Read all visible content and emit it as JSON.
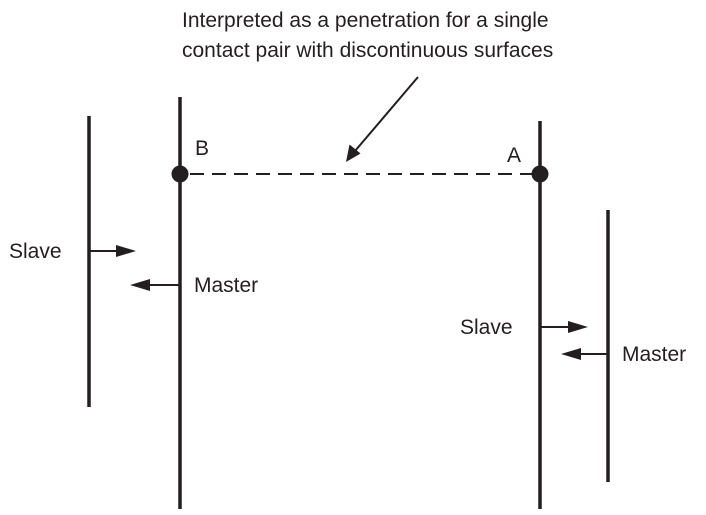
{
  "caption": {
    "line1": "Interpreted as a penetration for a single",
    "line2": "contact pair with discontinuous surfaces"
  },
  "points": {
    "b": "B",
    "a": "A"
  },
  "left_pair": {
    "slave_label": "Slave",
    "master_label": "Master"
  },
  "right_pair": {
    "slave_label": "Slave",
    "master_label": "Master"
  },
  "colors": {
    "ink": "#231f20",
    "background": "#ffffff"
  }
}
